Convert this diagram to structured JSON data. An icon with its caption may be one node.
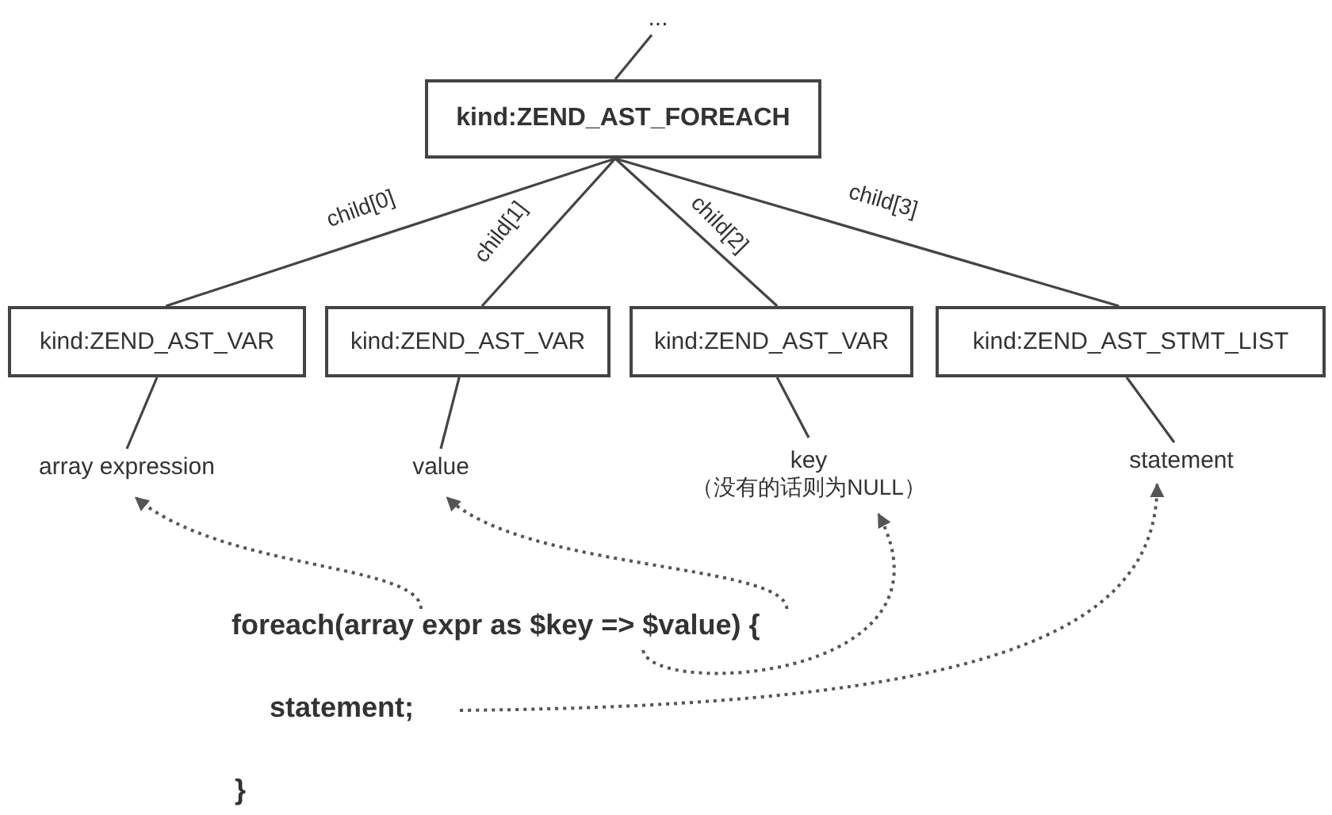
{
  "diagram": {
    "nodes": [
      {
        "text": [
          "..."
        ]
      },
      {
        "text": [
          "kind:ZEND_AST_FOREACH"
        ]
      },
      {
        "text": [
          "kind:ZEND_AST_VAR"
        ]
      },
      {
        "text": [
          "kind:ZEND_AST_VAR"
        ]
      },
      {
        "text": [
          "kind:ZEND_AST_VAR"
        ]
      },
      {
        "text": [
          "kind:ZEND_AST_STMT_LIST"
        ]
      },
      {
        "text": [
          "array expression"
        ]
      },
      {
        "text": [
          "value"
        ]
      },
      {
        "text": [
          "key",
          "（没有的话则为NULL）"
        ]
      },
      {
        "text": [
          "statement"
        ]
      },
      {
        "text": [
          "foreach(array expr as $key => $value) {"
        ]
      },
      {
        "text": [
          "statement;"
        ]
      }
    ],
    "edges": [
      {
        "from": 0,
        "to": 1,
        "arrow": "none"
      },
      {
        "from": 1,
        "to": 2,
        "arrow": "none",
        "label": "child[0]"
      },
      {
        "from": 1,
        "to": 3,
        "arrow": "none",
        "label": "child[1]"
      },
      {
        "from": 1,
        "to": 4,
        "arrow": "none",
        "label": "child[2]"
      },
      {
        "from": 1,
        "to": 5,
        "arrow": "none",
        "label": "child[3]"
      },
      {
        "from": 2,
        "to": 6,
        "arrow": "none"
      },
      {
        "from": 3,
        "to": 7,
        "arrow": "none"
      },
      {
        "from": 4,
        "to": 8,
        "arrow": "none"
      },
      {
        "from": 5,
        "to": 9,
        "arrow": "none"
      },
      {
        "from": 10,
        "to": 6,
        "arrow": "to",
        "style": "dashed",
        "color": "#555555"
      },
      {
        "from": 10,
        "to": 7,
        "arrow": "to",
        "style": "dashed",
        "color": "#555555"
      },
      {
        "from": 10,
        "to": 8,
        "arrow": "to",
        "style": "dashed",
        "color": "#555555"
      },
      {
        "from": 11,
        "to": 9,
        "arrow": "to",
        "style": "dashed",
        "color": "#555555"
      }
    ],
    "labels": [
      "}"
    ]
  }
}
